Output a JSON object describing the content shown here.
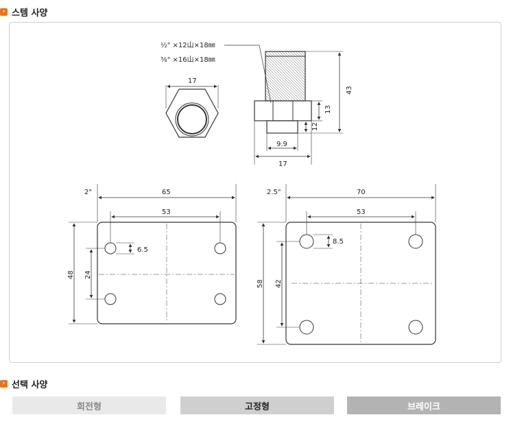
{
  "sections": {
    "stem": {
      "icon": "arrow-right-icon",
      "title": "스템 사양"
    },
    "select": {
      "icon": "arrow-right-icon",
      "title": "선택 사양"
    }
  },
  "stem_drawing": {
    "thread_spec_1": "½\" ×12山×18㎜",
    "thread_spec_2": "⅜\" ×16山×18㎜",
    "hex_width": "17",
    "total_height": "43",
    "nut_height": "13",
    "collar_height": "12",
    "collar_width": "9.9",
    "nut_width": "17"
  },
  "plate_small": {
    "size_label": "2\"",
    "width": "65",
    "hole_spacing_x": "53",
    "hole_diameter": "6.5",
    "height": "48",
    "hole_spacing_y": "24"
  },
  "plate_large": {
    "size_label": "2.5\"",
    "width": "70",
    "hole_spacing_x": "53",
    "hole_diameter": "8.5",
    "height": "58",
    "hole_spacing_y": "42"
  },
  "options": [
    {
      "label": "회전형"
    },
    {
      "label": "고정형"
    },
    {
      "label": "브레이크"
    }
  ],
  "colors": {
    "accent": "#e8751a",
    "line": "#333333"
  }
}
